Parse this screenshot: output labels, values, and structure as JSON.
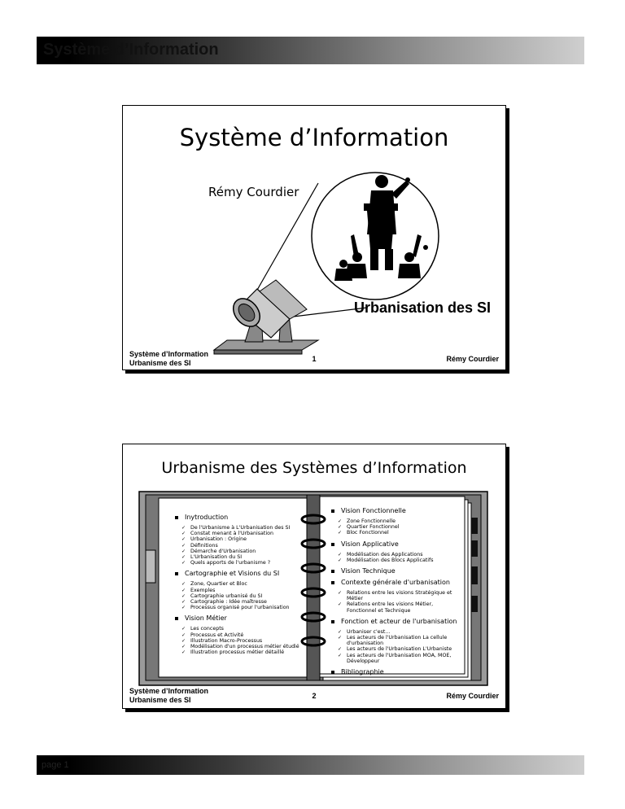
{
  "header": {
    "title": "Système d’Information"
  },
  "footer": {
    "page_label": "page 1"
  },
  "slide1": {
    "title": "Système d’Information",
    "author": "Rémy Courdier",
    "subtitle": "Urbanisation des SI",
    "footer_left_1": "Système d’Information",
    "footer_left_2": "Urbanisme des SI",
    "page": "1",
    "footer_right": "Rémy Courdier"
  },
  "slide2": {
    "title": "Urbanisme des Systèmes d’Information",
    "footer_left_1": "Système d’Information",
    "footer_left_2": "Urbanisme des SI",
    "page": "2",
    "footer_right": "Rémy Courdier",
    "left_sections": [
      {
        "title": "Inytroduction",
        "items": [
          "De l'Urbanisme à L'Urbanisation des SI",
          "Constat menant à l'Urbanisation",
          "Urbanisation : Origine",
          "Définitions",
          "Démarche d'Urbanisation",
          "L'Urbanisation du SI",
          "Quels apports de l'urbanisme ?"
        ]
      },
      {
        "title": "Cartographie et Visions du SI",
        "items": [
          "Zone, Quartier et Bloc",
          "Exemples",
          "Cartographie urbanisé du SI",
          "Cartographie : Idée maîtresse",
          "Processus organisé pour l'urbanisation"
        ]
      },
      {
        "title": "Vision Métier",
        "items": [
          "Les concepts",
          "Processus et Activité",
          "Illustration Macro-Processus",
          "Modélisation d'un processus métier étudié",
          "Illustration processus métier détaillé"
        ]
      }
    ],
    "right_sections": [
      {
        "title": "Vision Fonctionnelle",
        "items": [
          "Zone Fonctionnelle",
          "Quartier Fonctionnel",
          "Bloc Fonctionnel"
        ]
      },
      {
        "title": "Vision Applicative",
        "items": [
          "Modélisation des Applications",
          "Modélisation des Blocs Applicatifs"
        ]
      },
      {
        "title": "Vision Technique",
        "items": []
      },
      {
        "title": "Contexte générale d'urbanisation",
        "items": [
          "Relations entre les visions Stratégique et Métier",
          "Relations entre les visions Métier, Fonctionnel et Technique"
        ]
      },
      {
        "title": "Fonction et acteur de l'urbanisation",
        "items": [
          "Urbaniser c'est…",
          "Les acteurs de l'Urbanisation La cellule d'urbanisation",
          "Les acteurs de l'Urbanisation L'Urbaniste",
          "Les acteurs de l'Urbanisation MOA, MOE, Développeur"
        ]
      },
      {
        "title": "Bibliographie",
        "items": []
      }
    ]
  }
}
